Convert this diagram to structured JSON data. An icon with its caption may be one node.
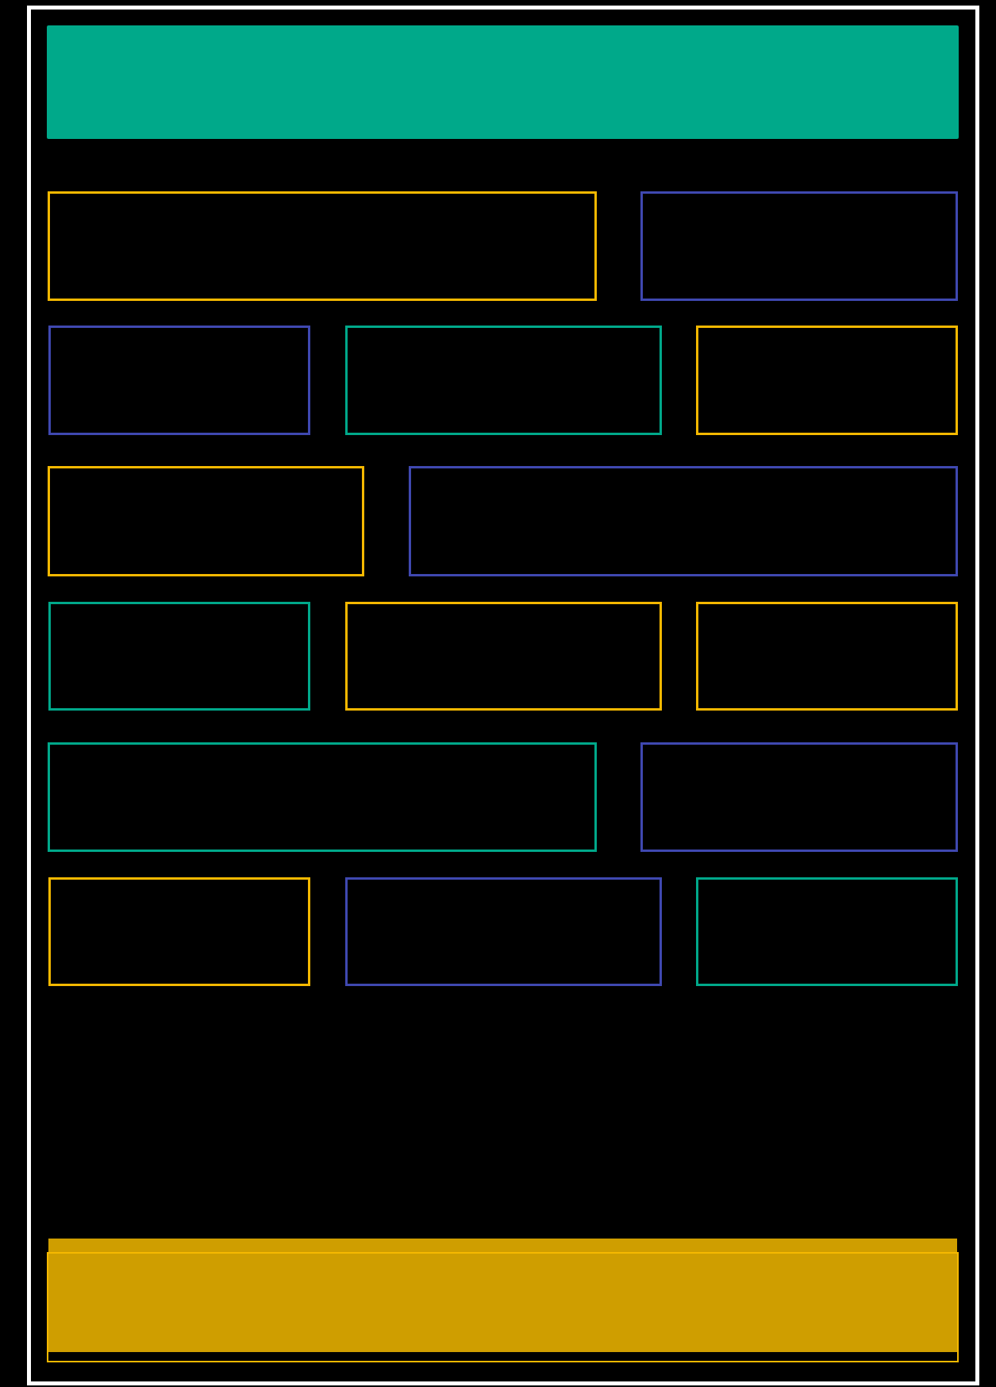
{
  "diagram": {
    "nodes": [
      {
        "text": [],
        "shape": "bar"
      },
      {
        "text": [],
        "shape": "box"
      },
      {
        "text": [],
        "shape": "box"
      },
      {
        "text": [],
        "shape": "box"
      },
      {
        "text": [],
        "shape": "box"
      },
      {
        "text": [],
        "shape": "box"
      },
      {
        "text": [],
        "shape": "box"
      },
      {
        "text": [],
        "shape": "box"
      },
      {
        "text": [],
        "shape": "box"
      },
      {
        "text": [],
        "shape": "box"
      },
      {
        "text": [],
        "shape": "box"
      },
      {
        "text": [],
        "shape": "box"
      },
      {
        "text": [],
        "shape": "box"
      },
      {
        "text": [],
        "shape": "box"
      },
      {
        "text": [],
        "shape": "box"
      },
      {
        "text": [],
        "shape": "box"
      },
      {
        "text": [],
        "shape": "bar"
      }
    ]
  }
}
